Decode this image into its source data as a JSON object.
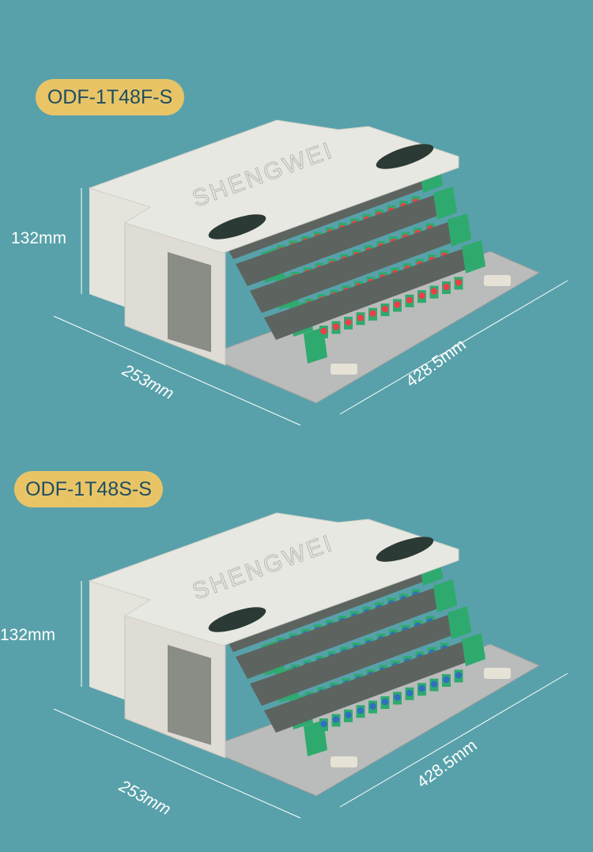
{
  "products": [
    {
      "model": "ODF-1T48F-S",
      "brand_logo": "SHENGWEI",
      "height": "132mm",
      "depth": "253mm",
      "width": "428.5mm",
      "port_color": "#e8404a"
    },
    {
      "model": "ODF-1T48S-S",
      "brand_logo": "SHENGWEI",
      "height": "132mm",
      "depth": "253mm",
      "width": "428.5mm",
      "port_color": "#2f6fc0"
    }
  ],
  "colors": {
    "background": "#58a1aa",
    "pill": "#e8c467",
    "pill_text": "#1f4e5f",
    "tray_green": "#2faa6e"
  }
}
